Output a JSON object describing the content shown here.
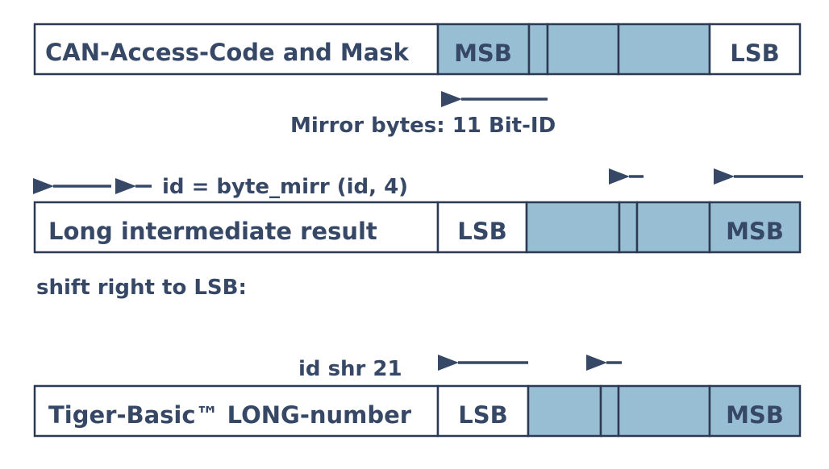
{
  "colors": {
    "fill": "#98bed3",
    "ink": "#364866",
    "border": "#2b3a52",
    "white": "#ffffff"
  },
  "row1": {
    "title": "CAN-Access-Code and Mask",
    "left_label": "MSB",
    "right_label": "LSB"
  },
  "step1": {
    "caption": "Mirror bytes: 11 Bit-ID"
  },
  "step2": {
    "caption": "id = byte_mirr (id, 4)"
  },
  "row2": {
    "title": "Long intermediate result",
    "left_label": "LSB",
    "right_label": "MSB"
  },
  "step3": {
    "caption": "shift right to LSB:"
  },
  "step4": {
    "caption": "id shr 21"
  },
  "row3": {
    "title": "Tiger-Basic™ LONG-number",
    "left_label": "LSB",
    "right_label": "MSB"
  },
  "icons": {
    "arrow": "arrow-left-icon"
  }
}
